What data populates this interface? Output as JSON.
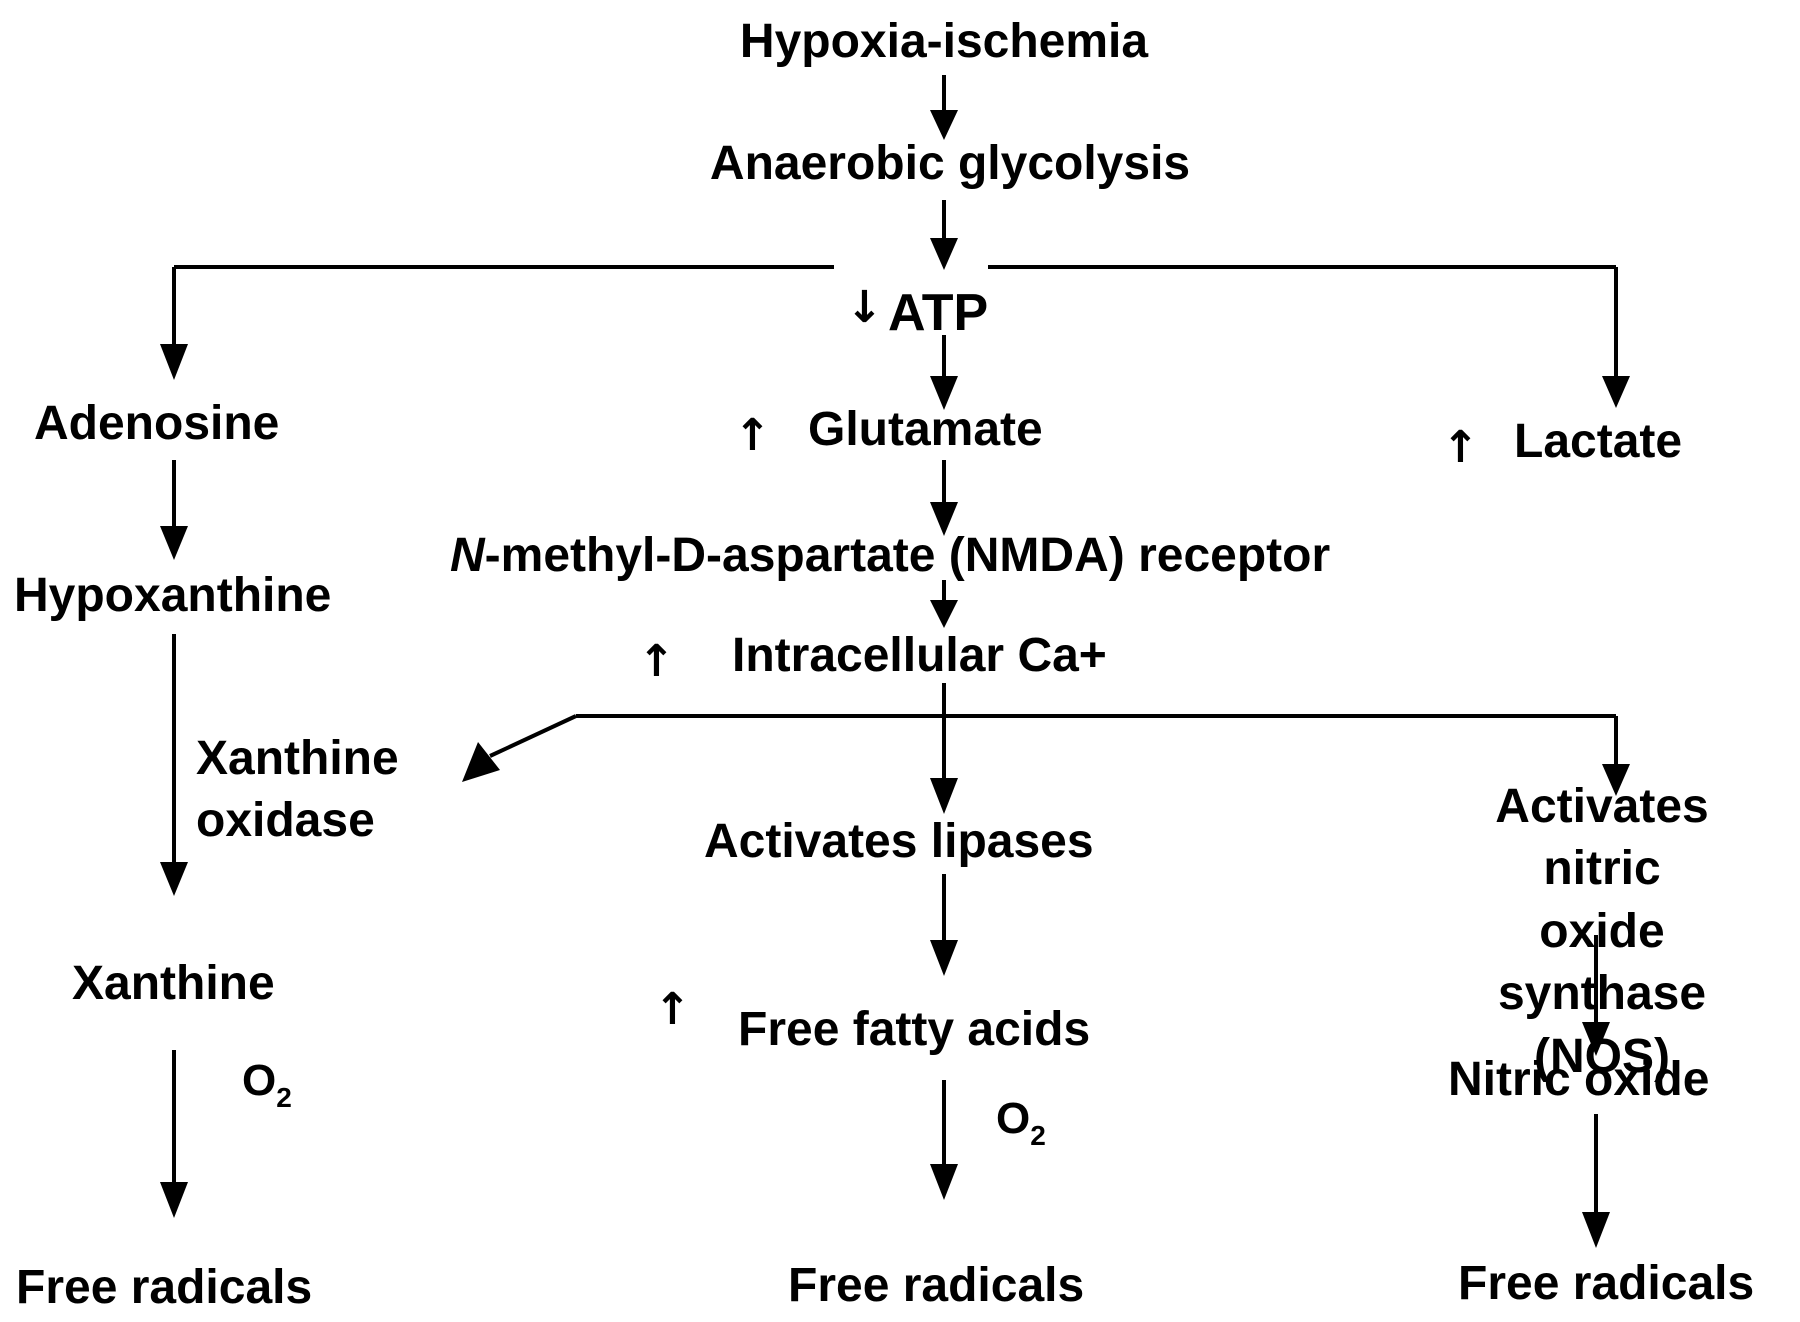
{
  "nodes": {
    "hypoxia": "Hypoxia-ischemia",
    "glycolysis": "Anaerobic glycolysis",
    "atp": "ATP",
    "adenosine": "Adenosine",
    "hypoxanthine": "Hypoxanthine",
    "xanthine_oxidase_1": "Xanthine",
    "xanthine_oxidase_2": "oxidase",
    "xanthine": "Xanthine",
    "glutamate": "Glutamate",
    "lactate": "Lactate",
    "nmda_prefix": "N",
    "nmda_rest": "-methyl-D-aspartate (NMDA) receptor",
    "calcium": "Intracellular Ca+",
    "lipases": "Activates lipases",
    "ffa": "Free fatty acids",
    "nos_1": "Activates",
    "nos_2": "nitric oxide",
    "nos_3": "synthase (NOS)",
    "nitric_oxide": "Nitric oxide",
    "free_radicals_left": "Free radicals",
    "free_radicals_center": "Free radicals",
    "free_radicals_right": "Free radicals"
  },
  "o2": {
    "base": "O",
    "sub": "2"
  },
  "indicators": {
    "down": "↓",
    "up": "↑"
  }
}
